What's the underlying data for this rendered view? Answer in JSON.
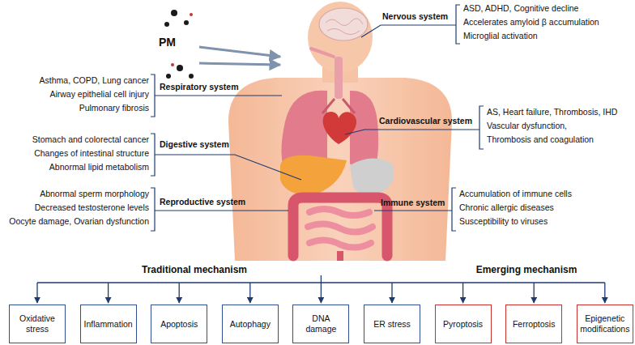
{
  "diagram": {
    "nodes": [
      {
        "text": [
          "Oxidative stress"
        ]
      },
      {
        "text": [
          "Inflammation"
        ]
      },
      {
        "text": [
          "Apoptosis"
        ]
      },
      {
        "text": [
          "Autophagy"
        ]
      },
      {
        "text": [
          "DNA damage"
        ]
      },
      {
        "text": [
          "ER stress"
        ]
      },
      {
        "text": [
          "Pyroptosis"
        ]
      },
      {
        "text": [
          "Ferroptosis"
        ]
      },
      {
        "text": [
          "Epigenetic modifications"
        ]
      }
    ],
    "labels": [
      "PM",
      "Nervous system",
      "ASD, ADHD, Cognitive decline",
      "Accelerates amyloid β accumulation",
      "Microglial activation",
      "Asthma, COPD, Lung cancer",
      "Airway epithelial cell injury",
      "Pulmonary fibrosis",
      "Respiratory system",
      "Cardiovascular system",
      "AS, Heart failure, Thrombosis, IHD",
      "Vascular dysfunction,",
      "Thrombosis and coagulation",
      "Stomach and colorectal cancer",
      "Changes of intestinal structure",
      "Abnormal lipid metabolism",
      "Digestive system",
      "Abnormal sperm morphology",
      "Decreased testosterone levels",
      "Oocyte damage, Ovarian dysfunction",
      "Reproductive system",
      "Immune system",
      "Accumulation of immune cells",
      "Chronic allergic diseases",
      "Susceptibility to viruses",
      "Traditional mechanism",
      "Emerging mechanism"
    ]
  }
}
